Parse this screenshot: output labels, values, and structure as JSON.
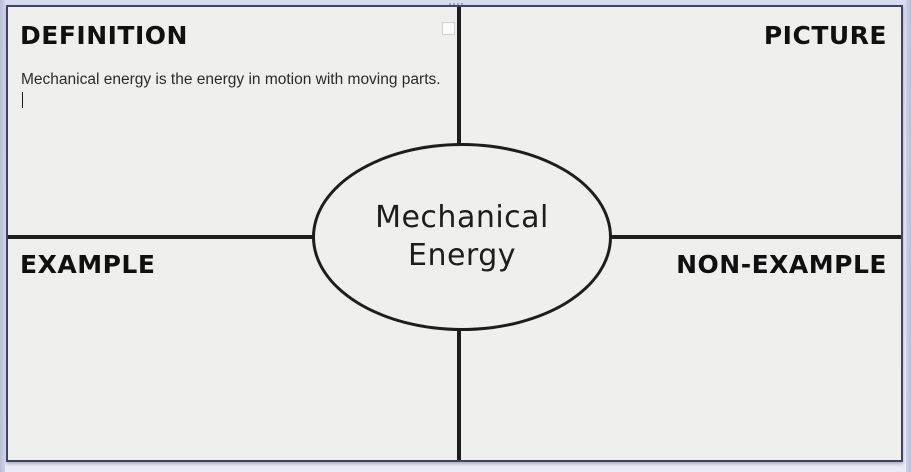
{
  "document": {
    "type": "frayer-model",
    "background_color": "#efefee",
    "border_color": "#3e4461",
    "surround_color": "#e4e6f3",
    "line_color": "#1d1d1d"
  },
  "center": {
    "term": "Mechanical Energy",
    "shape": "ellipse"
  },
  "quadrants": [
    {
      "id": "definition",
      "label": "DEFINITION",
      "position": "top-left",
      "body": "Mechanical energy is the energy in motion with moving parts.",
      "has_caret": true
    },
    {
      "id": "picture",
      "label": "PICTURE",
      "position": "top-right",
      "body": ""
    },
    {
      "id": "example",
      "label": "EXAMPLE",
      "position": "bottom-left",
      "body": ""
    },
    {
      "id": "non-example",
      "label": "NON-EXAMPLE",
      "position": "bottom-right",
      "body": ""
    }
  ]
}
